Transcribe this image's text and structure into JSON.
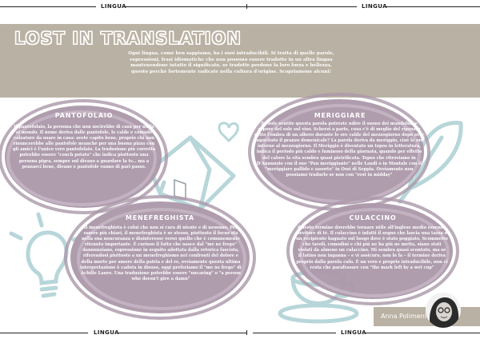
{
  "running_header": {
    "left": "LINGUA",
    "right": "LINGUA"
  },
  "running_footer": {
    "left": "LINGUA",
    "right": "LINGUA"
  },
  "title": "LOST IN TRANSLATION",
  "intro": "Ogni lingua, come ben sappiamo, ha i suoi intraducibili. Si tratta di quelle parole, espressioni, frasi idiomatiche che non possono essere tradotte in un altra lingua mantenendone intatto il significato, se tradotte perdono la loro forza e bellezza, questo perché fortemente radicate nella cultura d'origine. Scopriamone alcuni!",
  "entries": {
    "pantofolaio": {
      "title": "PANTOFOLAIO",
      "text": "Il pantofolaio, la persona che non uscirebbe di casa per nulla al mondo. Il nome deriva dalle pantofole, le calde e comode calzature da usare in casa: avete capito bene, proprio chi non rinuncerebbe alle pantofole neanche per una buona pizza con gli amici è l'unico vero pantofolaio. La traduzione più corretta potrebbe essere \"couch potato\" che indica piuttosto una persona pigra, sempre sul divano a guardare la tv... ma a pensarci bene, divano e pantofole vanno di pari passo."
    },
    "meriggiare": {
      "title": "MERIGGIARE",
      "text": "Se sole sentite questa parola potreste udire il suono dei mandolini e sapore del sole sul viso. Scherzi a parte, cosa c'è di meglio del riposare sotto l'ombra di un albero durante le ore calde del mezzogiorno dopo aver fagocitato il pranzo domenicale? La parola deriva da meriggio, cioè le ore intorno al mezzogiorno. Il Meriggio è diventato un topos in letteratura, indica il periodo più caldo e luminoso della giornata, quando per effetto del calore la vita sembra quasi pietrificata. Topos che ritroviamo in D'Annunzio con il suo \"Pan meriggiante\" nelle Laudi o in Montale con il \"meriggiare pallido e assorto\" in Ossi di Seppia. Ovviamente non possiamo tradurlo se non con \"rest in midday\""
    },
    "menefreghista": {
      "title": "MENEFREGHISTA",
      "text": "Il menefreghista è colui che non si cura di niente e di nessuno. Per essere più chiari, il menefreghista è se stesso, piuttosto il focus sta nella sua noncuranza e disinteresse verso quello che è comunemente ritenuto importante. È curioso il fatto che nasce dal \"me ne frego\" dannunziano, espressione in seguito adottata dalla retorica fascista, riferendosi piuttosto a un menefreghismo nei confronti del dolore e della morte per amore della patria e del re, ovviamente questa ultima interpretazione è caduta in disuso, oggi preferiamo il \"me ne frego\" di Achille Lauro. Una traduzione potrebbe essere \"uncaring\" o \"a person who doesn't give a damn\""
    },
    "culaccino": {
      "title": "CULACCINO",
      "text": "Questo termine dovrebbe tornare utile all'inglese medio essendo bevitore di tè. Il culaccino è infatti il segno che lascia una tazza o un recipiente bagnato sul luogo dove è stato poggiato. Scommetto che tavoli, comodini e chi più ne ha più ne metta, siano stati violati da almeno un culaccino. Mi sembra quasi scontato, ma se il latino non inganna – e vi assicuro, non lo fa – il termine deriva proprio dalla parola culo. È un vero e proprio intraducibile, non ci resta che parafrasare con \"the mark left by a wet cup\""
    }
  },
  "author": "Anna Polimeni",
  "colors": {
    "accent": "#b9b1a3",
    "blob": "#ab98aa",
    "sketch": "#b7d6d9"
  }
}
